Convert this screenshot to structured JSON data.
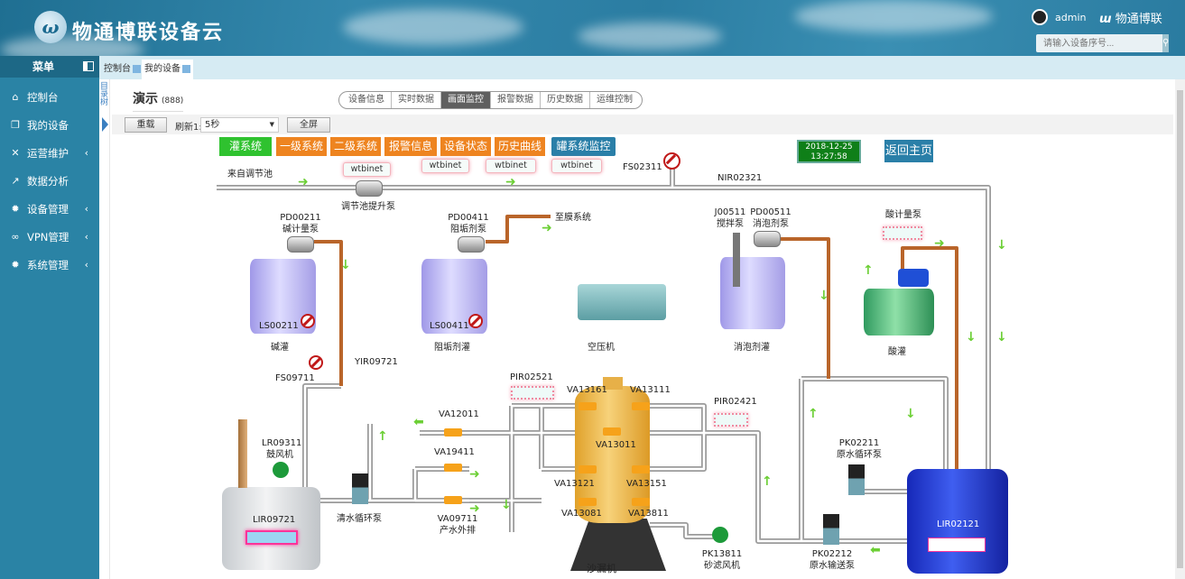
{
  "header": {
    "logo_mark": "ω",
    "app_title": "物通博联设备云",
    "user": "admin",
    "brand": "物通博联",
    "search_placeholder": "请输入设备序号..."
  },
  "sidebar": {
    "title": "菜单",
    "items": [
      {
        "label": "控制台",
        "icon": "home-icon",
        "glyph": "⌂",
        "chevron": ""
      },
      {
        "label": "我的设备",
        "icon": "device-icon",
        "glyph": "❐",
        "chevron": ""
      },
      {
        "label": "运营维护",
        "icon": "tools-icon",
        "glyph": "✕",
        "chevron": "‹"
      },
      {
        "label": "数据分析",
        "icon": "chart-icon",
        "glyph": "↗",
        "chevron": ""
      },
      {
        "label": "设备管理",
        "icon": "gear-icon",
        "glyph": "✹",
        "chevron": "‹"
      },
      {
        "label": "VPN管理",
        "icon": "link-icon",
        "glyph": "∞",
        "chevron": "‹"
      },
      {
        "label": "系统管理",
        "icon": "gear-icon",
        "glyph": "✹",
        "chevron": "‹"
      }
    ]
  },
  "tabs": [
    {
      "label": "控制台"
    },
    {
      "label": "我的设备"
    }
  ],
  "tree_label": "目录树",
  "page": {
    "title": "演示",
    "code": "(888)"
  },
  "view_tabs": [
    {
      "label": "设备信息"
    },
    {
      "label": "实时数据"
    },
    {
      "label": "画面监控",
      "active": true
    },
    {
      "label": "报警数据"
    },
    {
      "label": "历史数据"
    },
    {
      "label": "运维控制"
    }
  ],
  "toolbar": {
    "reload": "重载",
    "refresh_label": "刷新1:",
    "refresh_value": "5秒",
    "fullscreen": "全屏"
  },
  "systems": [
    {
      "label": "灌系统",
      "color": "#2fc22f"
    },
    {
      "label": "一级系统",
      "color": "#ee8420"
    },
    {
      "label": "二级系统",
      "color": "#ee8420"
    },
    {
      "label": "报警信息",
      "color": "#ee8420"
    },
    {
      "label": "设备状态",
      "color": "#ee8420"
    },
    {
      "label": "历史曲线",
      "color": "#ee8420"
    },
    {
      "label": "罐系统监控",
      "color": "#2a7fa8"
    }
  ],
  "clock": {
    "date": "2018-12-25",
    "time": "13:27:58"
  },
  "home_button": "返回主页",
  "diagram": {
    "net_values": [
      "wtbinet",
      "wtbinet",
      "wtbinet",
      "wtbinet"
    ],
    "labels": {
      "from_pool": "来自调节池",
      "lift_pump": "调节池提升泵",
      "pd00211": "PD00211",
      "alkali_pump": "碱计量泵",
      "pd00411": "PD00411",
      "scale_pump": "阻垢剂泵",
      "to_membrane": "至膜系统",
      "ls00211": "LS00211",
      "alkali_tank": "碱灌",
      "ls00411": "LS00411",
      "scale_tank": "阻垢剂灌",
      "compressor": "空压机",
      "j00511": "J00511",
      "mixer_pump": "搅拌泵",
      "pd00511": "PD00511",
      "defoam_pump": "消泡剂泵",
      "defoam_tank": "消泡剂灌",
      "acid_pump": "酸计量泵",
      "acid_tank": "酸灌",
      "fs02311": "FS02311",
      "nir02321": "NIR02321",
      "fs09711": "FS09711",
      "yir09721": "YIR09721",
      "pir02521": "PIR02521",
      "va13161": "VA13161",
      "va13111": "VA13111",
      "pir02421": "PIR02421",
      "va12011": "VA12011",
      "va13011": "VA13011",
      "va19411": "VA19411",
      "va13121": "VA13121",
      "va13151": "VA13151",
      "lr09311": "LR09311",
      "blower": "鼓风机",
      "clean_pump": "清水循环泵",
      "va09711": "VA09711",
      "discharge": "产水外排",
      "va13081": "VA13081",
      "va13811": "VA13811",
      "pk13811": "PK13811",
      "sand_blower": "砂滤风机",
      "sand_filter": "沙漏机",
      "pk02211": "PK02211",
      "raw_cycle_pump": "原水循环泵",
      "pk02212": "PK02212",
      "raw_feed_pump": "原水输送泵",
      "lir09721": "LIR09721",
      "lir02121": "LIR02121"
    }
  }
}
